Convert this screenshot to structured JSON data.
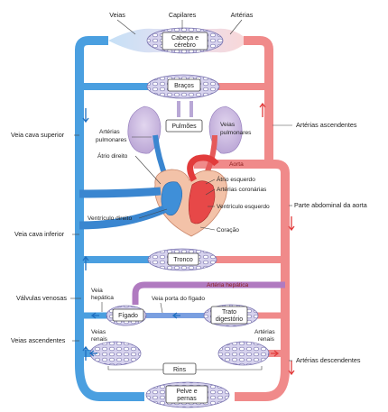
{
  "labels": {
    "veias": "Veias",
    "capilares": "Capilares",
    "arterias": "Artérias",
    "cabeca_1": "Cabeça e",
    "cabeca_2": "cérebro",
    "bracos": "Braços",
    "pulmoes": "Pulmões",
    "arterias_ascendentes": "Artérias ascendentes",
    "veia_cava_superior": "Veia cava superior",
    "arterias_pulmonares_1": "Artérias",
    "arterias_pulmonares_2": "pulmonares",
    "veias_pulmonares_1": "Veias",
    "veias_pulmonares_2": "pulmonares",
    "atrio_direito": "Átrio direito",
    "aorta": "Aorta",
    "atrio_esquerdo": "Átrio esquerdo",
    "arterias_coronarias": "Artérias coronárias",
    "ventriculo_esquerdo": "Ventrículo esquerdo",
    "parte_abdominal": "Parte abdominal da aorta",
    "ventriculo_direito": "Ventrículo direito",
    "coracao": "Coração",
    "veia_cava_inferior": "Veia cava inferior",
    "tronco": "Tronco",
    "arteria_hepatica": "Artéria hepática",
    "valvulas_venosas": "Válvulas venosas",
    "veia_hepatica_1": "Veia",
    "veia_hepatica_2": "hepática",
    "veia_porta": "Veia porta do fígado",
    "figado": "Fígado",
    "trato_1": "Trato",
    "trato_2": "digestório",
    "veias_ascendentes": "Veias ascendentes",
    "veias_renais_1": "Veias",
    "veias_renais_2": "renais",
    "arterias_renais_1": "Artérias",
    "arterias_renais_2": "renais",
    "arterias_descendentes": "Artérias descendentes",
    "rins": "Rins",
    "pelve_1": "Pelve e",
    "pelve_2": "pernas"
  },
  "colors": {
    "vein": "#4a9fe0",
    "vein_dark": "#1f6fc0",
    "artery": "#f08a8a",
    "artery_dark": "#e23b3b",
    "capillary_bed": "#c9c6e6",
    "capillary_net": "#7a74b0",
    "lung": "#c7b3dc"
  }
}
